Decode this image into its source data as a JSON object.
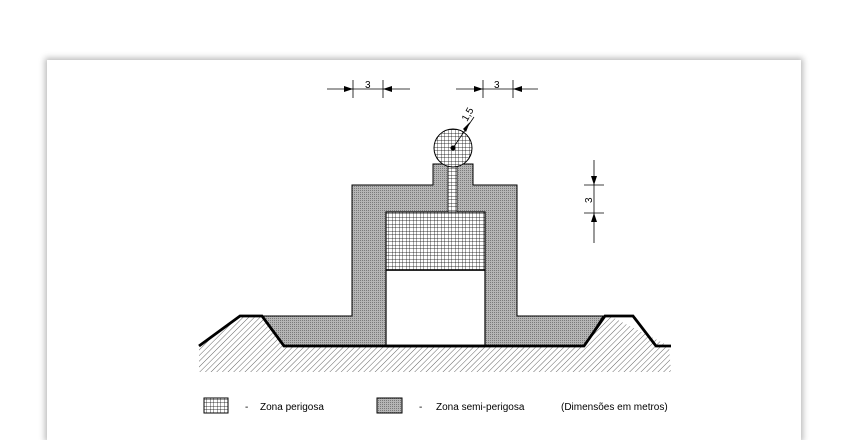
{
  "dimensions": {
    "top_left_width": "3",
    "top_right_width": "3",
    "vertical_height": "3",
    "radius": "1,5"
  },
  "legend": {
    "danger_dash": "-",
    "danger_label": "Zona perigosa",
    "semi_dash": "-",
    "semi_label": "Zona semi-perigosa",
    "units_note": "(Dimensões em metros)"
  }
}
